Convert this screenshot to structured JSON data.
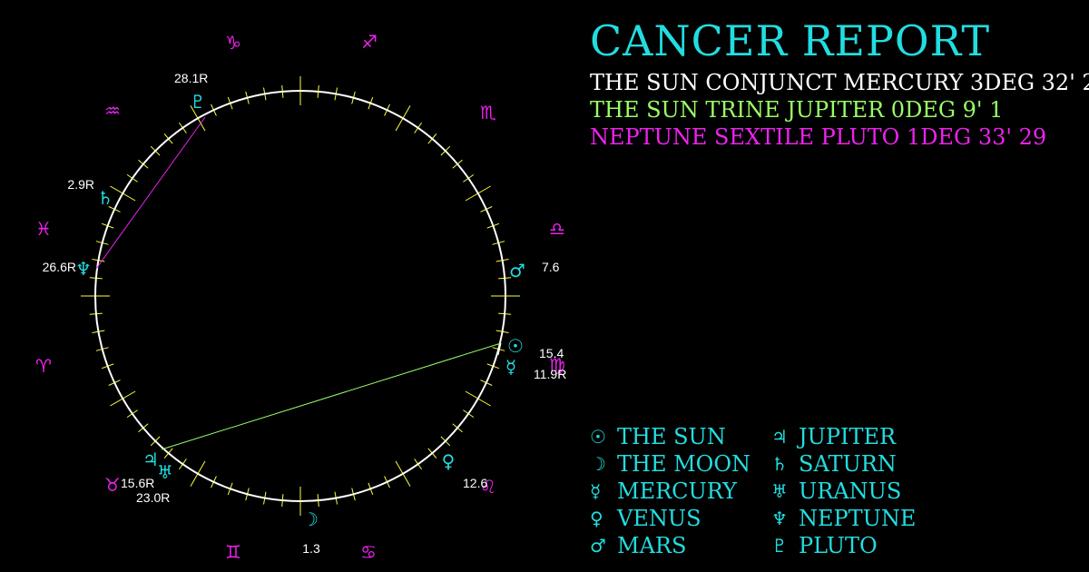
{
  "report": {
    "title": "CANCER REPORT",
    "aspects": [
      {
        "text": "THE SUN CONJUNCT MERCURY 3DEG 32' 2",
        "color": "#ffffff"
      },
      {
        "text": "THE SUN TRINE JUPITER 0DEG 9' 1",
        "color": "#99ff66"
      },
      {
        "text": "NEPTUNE SEXTILE PLUTO 1DEG 33' 29",
        "color": "#ee22ee"
      }
    ]
  },
  "colors": {
    "zodiac": "#ee22ee",
    "planet": "#22dde0",
    "wheel_ticks": "#ffff33",
    "circle": "#ffffff",
    "label": "#ffffff"
  },
  "zodiac_signs": [
    {
      "name": "aries-icon",
      "glyph": "♈"
    },
    {
      "name": "taurus-icon",
      "glyph": "♉"
    },
    {
      "name": "gemini-icon",
      "glyph": "♊"
    },
    {
      "name": "cancer-icon",
      "glyph": "♋"
    },
    {
      "name": "leo-icon",
      "glyph": "♌"
    },
    {
      "name": "virgo-icon",
      "glyph": "♍"
    },
    {
      "name": "libra-icon",
      "glyph": "♎"
    },
    {
      "name": "scorpio-icon",
      "glyph": "♏"
    },
    {
      "name": "sagittarius-icon",
      "glyph": "♐"
    },
    {
      "name": "capricorn-icon",
      "glyph": "♑"
    },
    {
      "name": "aquarius-icon",
      "glyph": "♒"
    },
    {
      "name": "pisces-icon",
      "glyph": "♓"
    }
  ],
  "chart_planets": [
    {
      "name": "sun-icon",
      "glyph": "☉",
      "label": "15.4"
    },
    {
      "name": "moon-icon",
      "glyph": "☽",
      "label": "1.3"
    },
    {
      "name": "mercury-icon",
      "glyph": "☿",
      "label": "11.9R"
    },
    {
      "name": "venus-icon",
      "glyph": "♀",
      "label": "12.6"
    },
    {
      "name": "mars-icon",
      "glyph": "♂",
      "label": "7.6"
    },
    {
      "name": "jupiter-icon",
      "glyph": "♃",
      "label": "15.6R"
    },
    {
      "name": "saturn-icon",
      "glyph": "♄",
      "label": "2.9R"
    },
    {
      "name": "uranus-icon",
      "glyph": "♅",
      "label": "23.0R"
    },
    {
      "name": "neptune-icon",
      "glyph": "♆",
      "label": "26.6R"
    },
    {
      "name": "pluto-icon",
      "glyph": "♇",
      "label": "28.1R"
    }
  ],
  "aspect_lines": [
    {
      "from": "sun-icon",
      "to": "jupiter-icon",
      "color": "#99ff66"
    },
    {
      "from": "neptune-icon",
      "to": "pluto-icon",
      "color": "#ee22ee"
    },
    {
      "from": "sun-icon",
      "to": "mercury-icon",
      "color": "#ffffff"
    }
  ],
  "legend": [
    {
      "name": "sun-icon",
      "glyph": "☉",
      "label": "THE SUN"
    },
    {
      "name": "moon-icon",
      "glyph": "☽",
      "label": "THE MOON"
    },
    {
      "name": "mercury-icon",
      "glyph": "☿",
      "label": "MERCURY"
    },
    {
      "name": "venus-icon",
      "glyph": "♀",
      "label": "VENUS"
    },
    {
      "name": "mars-icon",
      "glyph": "♂",
      "label": "MARS"
    },
    {
      "name": "jupiter-icon",
      "glyph": "♃",
      "label": "JUPITER"
    },
    {
      "name": "saturn-icon",
      "glyph": "♄",
      "label": "SATURN"
    },
    {
      "name": "uranus-icon",
      "glyph": "♅",
      "label": "URANUS"
    },
    {
      "name": "neptune-icon",
      "glyph": "♆",
      "label": "NEPTUNE"
    },
    {
      "name": "pluto-icon",
      "glyph": "♇",
      "label": "PLUTO"
    }
  ]
}
